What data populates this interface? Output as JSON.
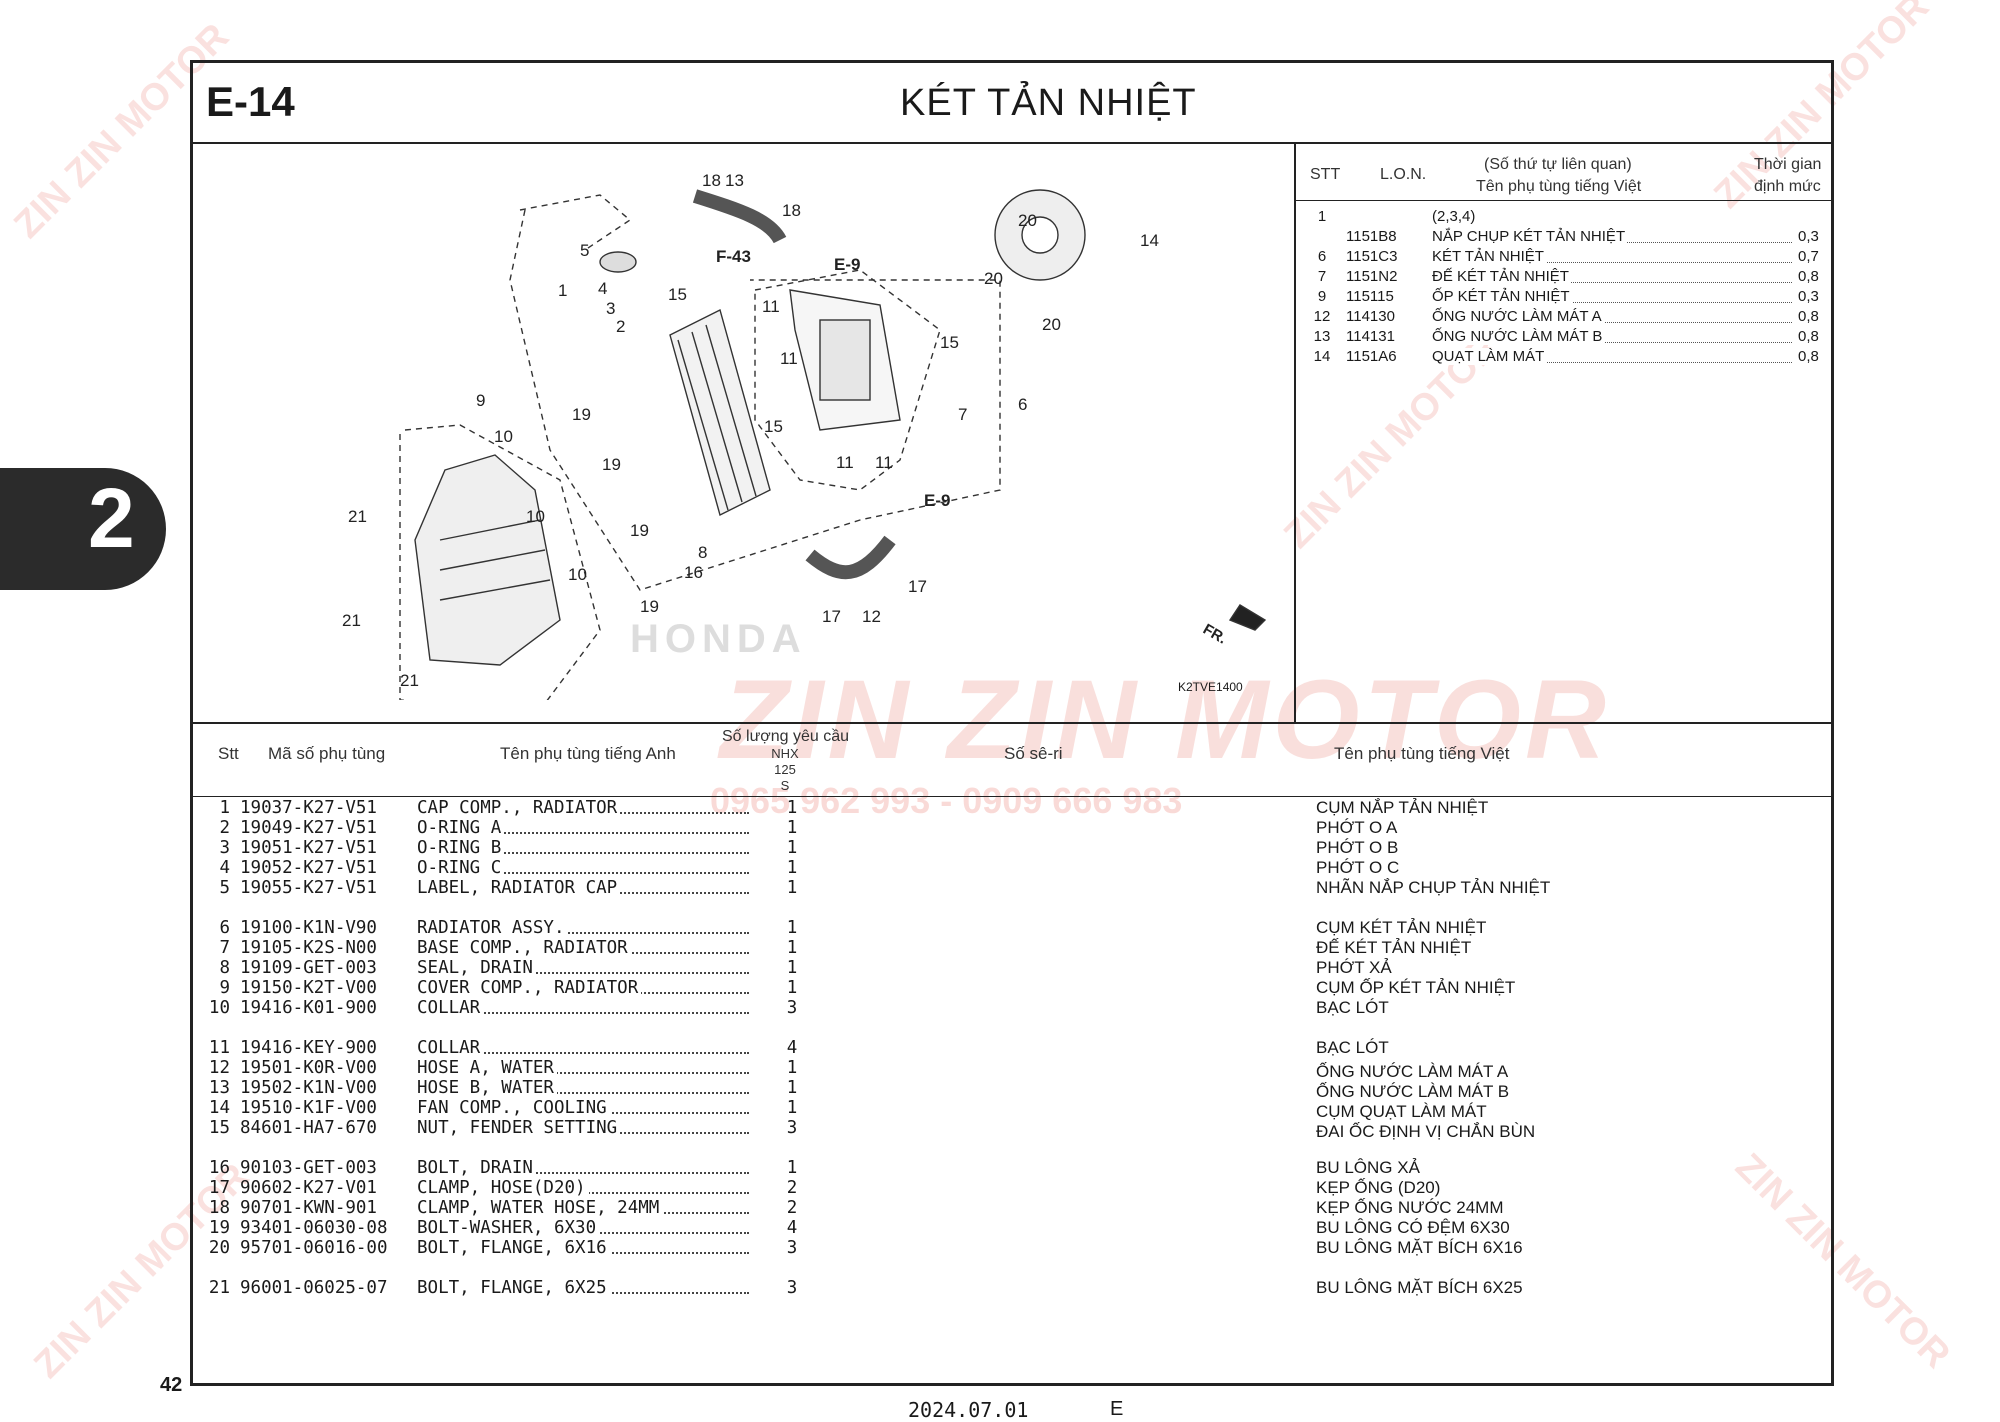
{
  "section": {
    "code": "E-14",
    "title": "KÉT TẢN NHIỆT",
    "tab_number": "2"
  },
  "watermark": {
    "brand": "ZIN ZIN MOTOR",
    "phone": "0965 962 993 - 0909 666 983"
  },
  "diagram": {
    "code": "K2TVE1400",
    "refs": {
      "f43": "F-43",
      "e9_top": "E-9",
      "e9_bottom": "E-9",
      "front": "FR."
    },
    "callouts": [
      "18",
      "13",
      "18",
      "5",
      "1",
      "4",
      "3",
      "2",
      "15",
      "20",
      "14",
      "20",
      "20",
      "11",
      "11",
      "15",
      "7",
      "6",
      "15",
      "11",
      "11",
      "9",
      "10",
      "19",
      "19",
      "10",
      "21",
      "10",
      "19",
      "8",
      "16",
      "19",
      "21",
      "21",
      "17",
      "12",
      "17"
    ],
    "honda_mark": "HONDA"
  },
  "labour_table": {
    "headers": {
      "stt": "STT",
      "lon": "L.O.N.",
      "related": "(Số thứ tự liên quan)",
      "name": "Tên phụ tùng tiếng Việt",
      "time1": "Thời gian",
      "time2": "định mức"
    },
    "rows": [
      {
        "stt": "1",
        "lon": "",
        "name": "(2,3,4)",
        "time": ""
      },
      {
        "stt": "",
        "lon": "1151B8",
        "name": "NẮP CHỤP KÉT TẢN NHIỆT",
        "time": "0,3"
      },
      {
        "stt": "6",
        "lon": "1151C3",
        "name": "KÉT TẢN NHIỆT",
        "time": "0,7"
      },
      {
        "stt": "7",
        "lon": "1151N2",
        "name": "ĐẾ KÉT TẢN NHIỆT",
        "time": "0,8"
      },
      {
        "stt": "9",
        "lon": "115115",
        "name": "ỐP KÉT TẢN NHIỆT",
        "time": "0,3"
      },
      {
        "stt": "12",
        "lon": "114130",
        "name": "ỐNG NƯỚC LÀM MÁT A",
        "time": "0,8"
      },
      {
        "stt": "13",
        "lon": "114131",
        "name": "ỐNG NƯỚC LÀM MÁT B",
        "time": "0,8"
      },
      {
        "stt": "14",
        "lon": "1151A6",
        "name": "QUẠT LÀM MÁT",
        "time": "0,8"
      }
    ]
  },
  "parts_header": {
    "stt": "Stt",
    "part_no": "Mã số phụ tùng",
    "name_en": "Tên phụ tùng tiếng Anh",
    "qty_label": "Số lượng yêu cầu",
    "qty_model1": "NHX",
    "qty_model2": "125",
    "qty_model3": "S",
    "serial": "Số sê-ri",
    "name_vn": "Tên phụ tùng tiếng Việt"
  },
  "parts": [
    {
      "n": "1",
      "pn": "19037-K27-V51",
      "en": "CAP COMP., RADIATOR",
      "q": "1",
      "vn": "CỤM NẮP TẢN NHIỆT"
    },
    {
      "n": "2",
      "pn": "19049-K27-V51",
      "en": "O-RING A",
      "q": "1",
      "vn": "PHỚT O A"
    },
    {
      "n": "3",
      "pn": "19051-K27-V51",
      "en": "O-RING B",
      "q": "1",
      "vn": "PHỚT O B"
    },
    {
      "n": "4",
      "pn": "19052-K27-V51",
      "en": "O-RING C",
      "q": "1",
      "vn": "PHỚT O C"
    },
    {
      "n": "5",
      "pn": "19055-K27-V51",
      "en": "LABEL, RADIATOR CAP",
      "q": "1",
      "vn": "NHÃN NẮP CHỤP TẢN NHIỆT"
    },
    {
      "n": "6",
      "pn": "19100-K1N-V90",
      "en": "RADIATOR ASSY.",
      "q": "1",
      "vn": "CỤM KÉT TẢN NHIỆT"
    },
    {
      "n": "7",
      "pn": "19105-K2S-N00",
      "en": "BASE COMP., RADIATOR",
      "q": "1",
      "vn": "ĐẾ KÉT TẢN NHIỆT"
    },
    {
      "n": "8",
      "pn": "19109-GET-003",
      "en": "SEAL, DRAIN",
      "q": "1",
      "vn": "PHỚT XẢ"
    },
    {
      "n": "9",
      "pn": "19150-K2T-V00",
      "en": "COVER COMP., RADIATOR",
      "q": "1",
      "vn": "CỤM ỐP KÉT TẢN NHIỆT"
    },
    {
      "n": "10",
      "pn": "19416-K01-900",
      "en": "COLLAR",
      "q": "3",
      "vn": "BẠC LÓT"
    },
    {
      "n": "11",
      "pn": "19416-KEY-900",
      "en": "COLLAR",
      "q": "4",
      "vn": "BẠC LÓT"
    },
    {
      "n": "12",
      "pn": "19501-K0R-V00",
      "en": "HOSE A, WATER",
      "q": "1",
      "vn": "ỐNG NƯỚC LÀM MÁT A"
    },
    {
      "n": "13",
      "pn": "19502-K1N-V00",
      "en": "HOSE B, WATER",
      "q": "1",
      "vn": "ỐNG NƯỚC LÀM MÁT B"
    },
    {
      "n": "14",
      "pn": "19510-K1F-V00",
      "en": "FAN COMP., COOLING",
      "q": "1",
      "vn": "CỤM QUẠT LÀM MÁT"
    },
    {
      "n": "15",
      "pn": "84601-HA7-670",
      "en": "NUT, FENDER SETTING",
      "q": "3",
      "vn": "ĐAI ỐC ĐỊNH VỊ CHẮN BÙN"
    },
    {
      "n": "16",
      "pn": "90103-GET-003",
      "en": "BOLT, DRAIN",
      "q": "1",
      "vn": "BU LÔNG XẢ"
    },
    {
      "n": "17",
      "pn": "90602-K27-V01",
      "en": "CLAMP, HOSE(D20)",
      "q": "2",
      "vn": "KẸP ỐNG (D20)"
    },
    {
      "n": "18",
      "pn": "90701-KWN-901",
      "en": "CLAMP, WATER HOSE, 24MM",
      "q": "2",
      "vn": "KẸP ỐNG NƯỚC 24MM"
    },
    {
      "n": "19",
      "pn": "93401-06030-08",
      "en": "BOLT-WASHER, 6X30",
      "q": "4",
      "vn": "BU LÔNG CÓ ĐỆM 6X30"
    },
    {
      "n": "20",
      "pn": "95701-06016-00",
      "en": "BOLT, FLANGE, 6X16",
      "q": "3",
      "vn": "BU LÔNG MẶT BÍCH 6X16"
    },
    {
      "n": "21",
      "pn": "96001-06025-07",
      "en": "BOLT, FLANGE, 6X25",
      "q": "3",
      "vn": "BU LÔNG MẶT BÍCH 6X25"
    }
  ],
  "footer": {
    "page": "42",
    "date": "2024.07.01",
    "edition": "E"
  }
}
